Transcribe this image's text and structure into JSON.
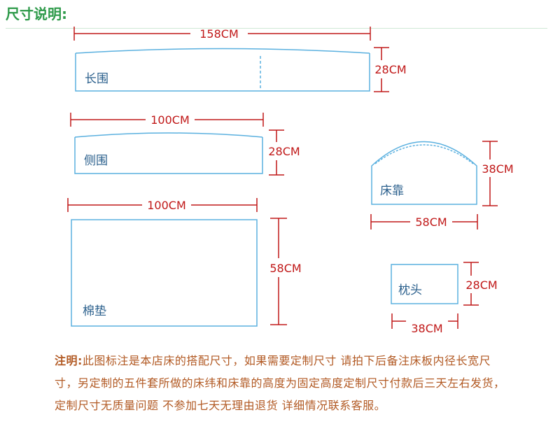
{
  "title": "尺寸说明:",
  "colors": {
    "title": "#2e9a4a",
    "dimension": "#c01818",
    "outline": "#5ab0df",
    "label": "#2a5f8c",
    "note": "#b25a24"
  },
  "pieces": {
    "long_rail": {
      "label": "长围",
      "width": "158CM",
      "height": "28CM"
    },
    "side_rail": {
      "label": "侧围",
      "width": "100CM",
      "height": "28CM"
    },
    "mattress_pad": {
      "label": "棉垫",
      "width": "100CM",
      "height": "58CM"
    },
    "headboard": {
      "label": "床靠",
      "width": "58CM",
      "height": "38CM"
    },
    "pillow": {
      "label": "枕头",
      "width": "38CM",
      "height": "28CM"
    }
  },
  "note": {
    "lead": "注明:",
    "text": "此图标注是本店床的搭配尺寸，如果需要定制尺寸 请拍下后备注床板内径长宽尺寸，另定制的五件套所做的床纬和床靠的高度为固定高度定制尺寸付款后三天左右发货，定制尺寸无质量问题 不参加七天无理由退货 详细情况联系客服。"
  }
}
